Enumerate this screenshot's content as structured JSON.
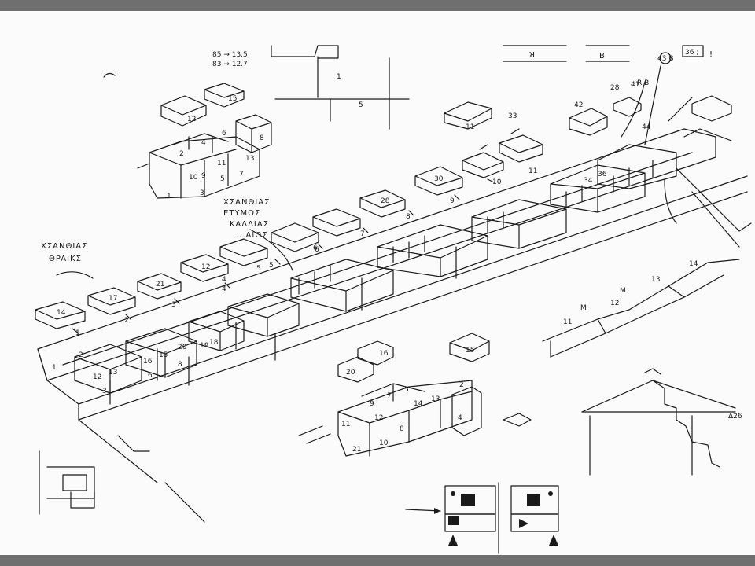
{
  "annotations": {
    "xsanthias_thraiks": [
      "XΣANΘIAΣ",
      "ΘPAIKΣ"
    ],
    "xsanthias_etymos": [
      "XΣANΘIAΣ",
      "ETYMOΣ",
      "KAΛΛIAΣ",
      "...AIOΣ"
    ],
    "top_left_numbers": [
      "85 → 13.5",
      "83 → 12.7"
    ],
    "letter_r": "R",
    "letter_b": "B",
    "box_36": "36 ;",
    "exclaim": "!",
    "circled_43b": "43 B",
    "rb_mark": "R B",
    "dimension_426": "Δ26"
  },
  "block_numbers": {
    "west_group": [
      "12",
      "15",
      "8",
      "6",
      "4",
      "2",
      "11",
      "13",
      "10",
      "9",
      "5",
      "7",
      "3",
      "1"
    ],
    "front_platforms": [
      "14",
      "17",
      "21",
      "12",
      "5",
      "4",
      "6",
      "30",
      "28",
      "33"
    ],
    "front_low_row": [
      "1",
      "2",
      "12",
      "13",
      "3",
      "16",
      "6",
      "15",
      "20",
      "8",
      "19",
      "18"
    ],
    "east_upper": [
      "42",
      "28",
      "11",
      "10",
      "36",
      "34"
    ],
    "plan_right_lower": [
      "14",
      "13",
      "12",
      "11",
      "M",
      "M"
    ],
    "center_group": [
      "16",
      "20",
      "15",
      "11",
      "12",
      "7",
      "5",
      "14",
      "13",
      "2",
      "4",
      "21",
      "10",
      "8",
      "9"
    ],
    "misc": [
      "1",
      "2",
      "3",
      "4",
      "5",
      "6",
      "7",
      "8",
      "9",
      "11",
      "41",
      "44"
    ]
  }
}
